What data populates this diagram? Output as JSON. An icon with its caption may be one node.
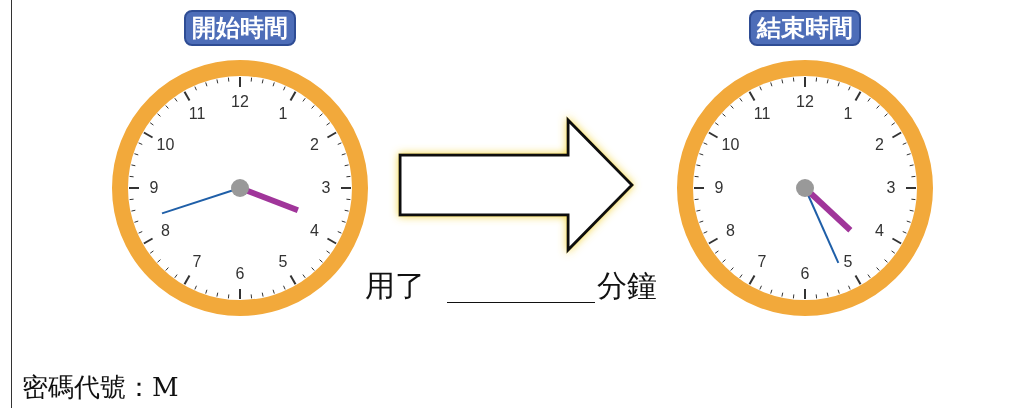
{
  "diagram": {
    "nodes": [
      {
        "text": [
          "開始時間",
          "12",
          "1",
          "2",
          "3",
          "4",
          "5",
          "6",
          "7",
          "8",
          "9",
          "10",
          "11"
        ]
      },
      {
        "text": [
          "結束時間",
          "12",
          "1",
          "2",
          "3",
          "4",
          "5",
          "6",
          "7",
          "8",
          "9",
          "10",
          "11"
        ]
      }
    ],
    "edges": [
      {
        "from": 0,
        "to": 1,
        "arrow": "to"
      }
    ],
    "labels": [
      "用了",
      "分鐘",
      "密碼代號：M"
    ]
  }
}
